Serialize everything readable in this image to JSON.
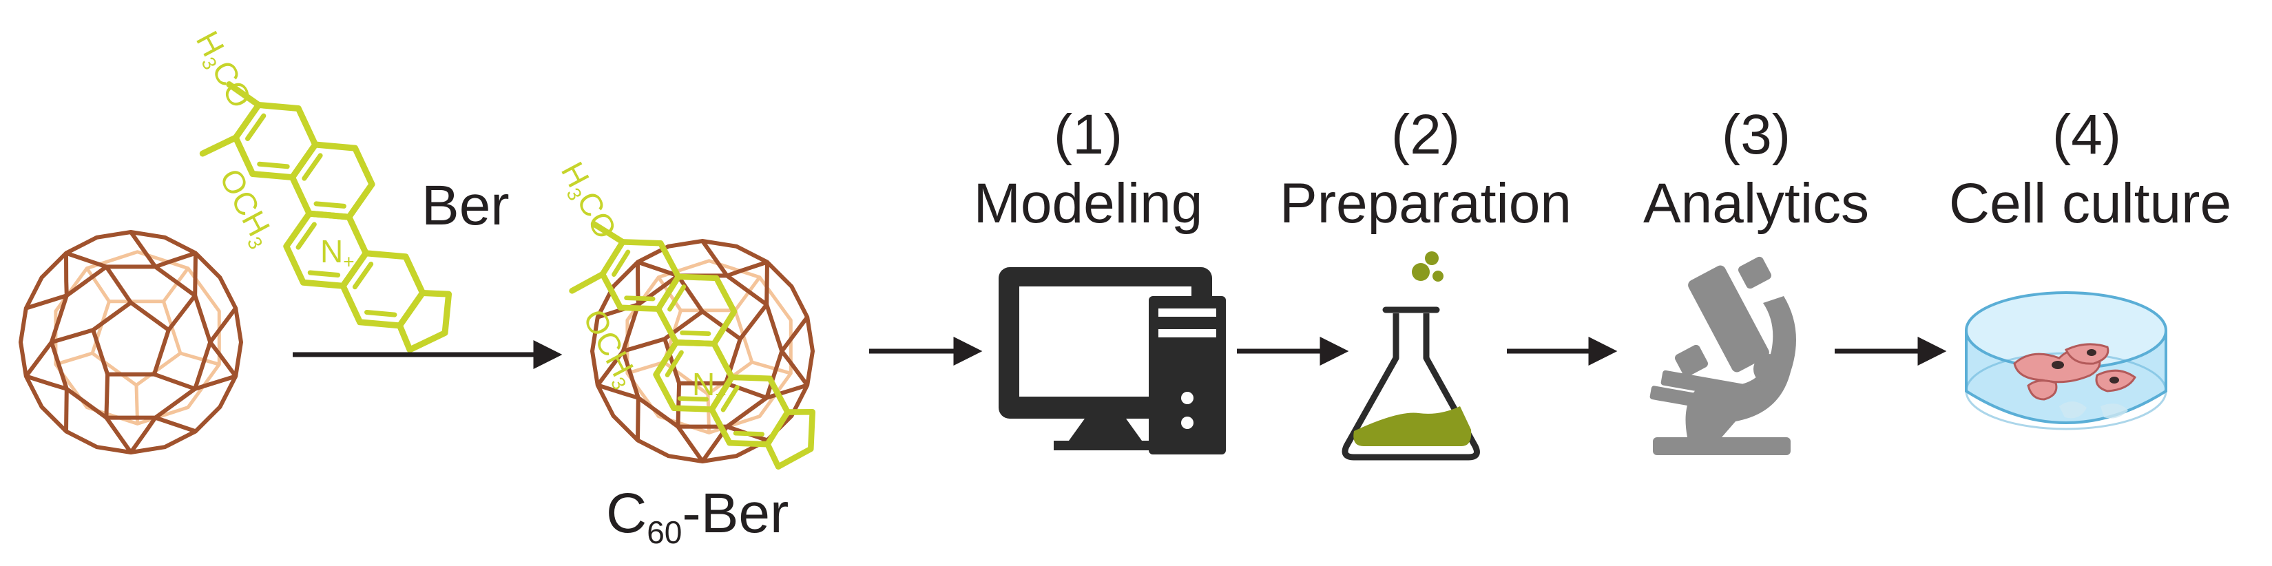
{
  "molecules": {
    "ber_label": "Ber",
    "complex_label": {
      "prefix": "C",
      "subscript": "60",
      "suffix": "-Ber"
    },
    "substituents": {
      "methoxy_1": {
        "main": "H",
        "sub": "3",
        "rest": "CO"
      },
      "methoxy_2": {
        "main": "OCH",
        "sub": "3"
      },
      "nitrogen": {
        "main": "N",
        "charge": "+"
      }
    }
  },
  "steps": [
    {
      "number": "(1)",
      "title": "Modeling",
      "icon": "computer-icon"
    },
    {
      "number": "(2)",
      "title": "Preparation",
      "icon": "flask-icon"
    },
    {
      "number": "(3)",
      "title": "Analytics",
      "icon": "microscope-icon"
    },
    {
      "number": "(4)",
      "title": "Cell culture",
      "icon": "petri-dish-icon"
    }
  ],
  "colors": {
    "fullerene": "#a0522d",
    "fullerene_back": "#f4c49a",
    "berberine": "#c6d42a",
    "arrow": "#231f20",
    "icon_dark": "#2b2b2b",
    "icon_gray": "#8c8c8c",
    "flask_liquid": "#8a9a1e",
    "dish": "#9fd7f2",
    "cells": "#e89a9a"
  }
}
